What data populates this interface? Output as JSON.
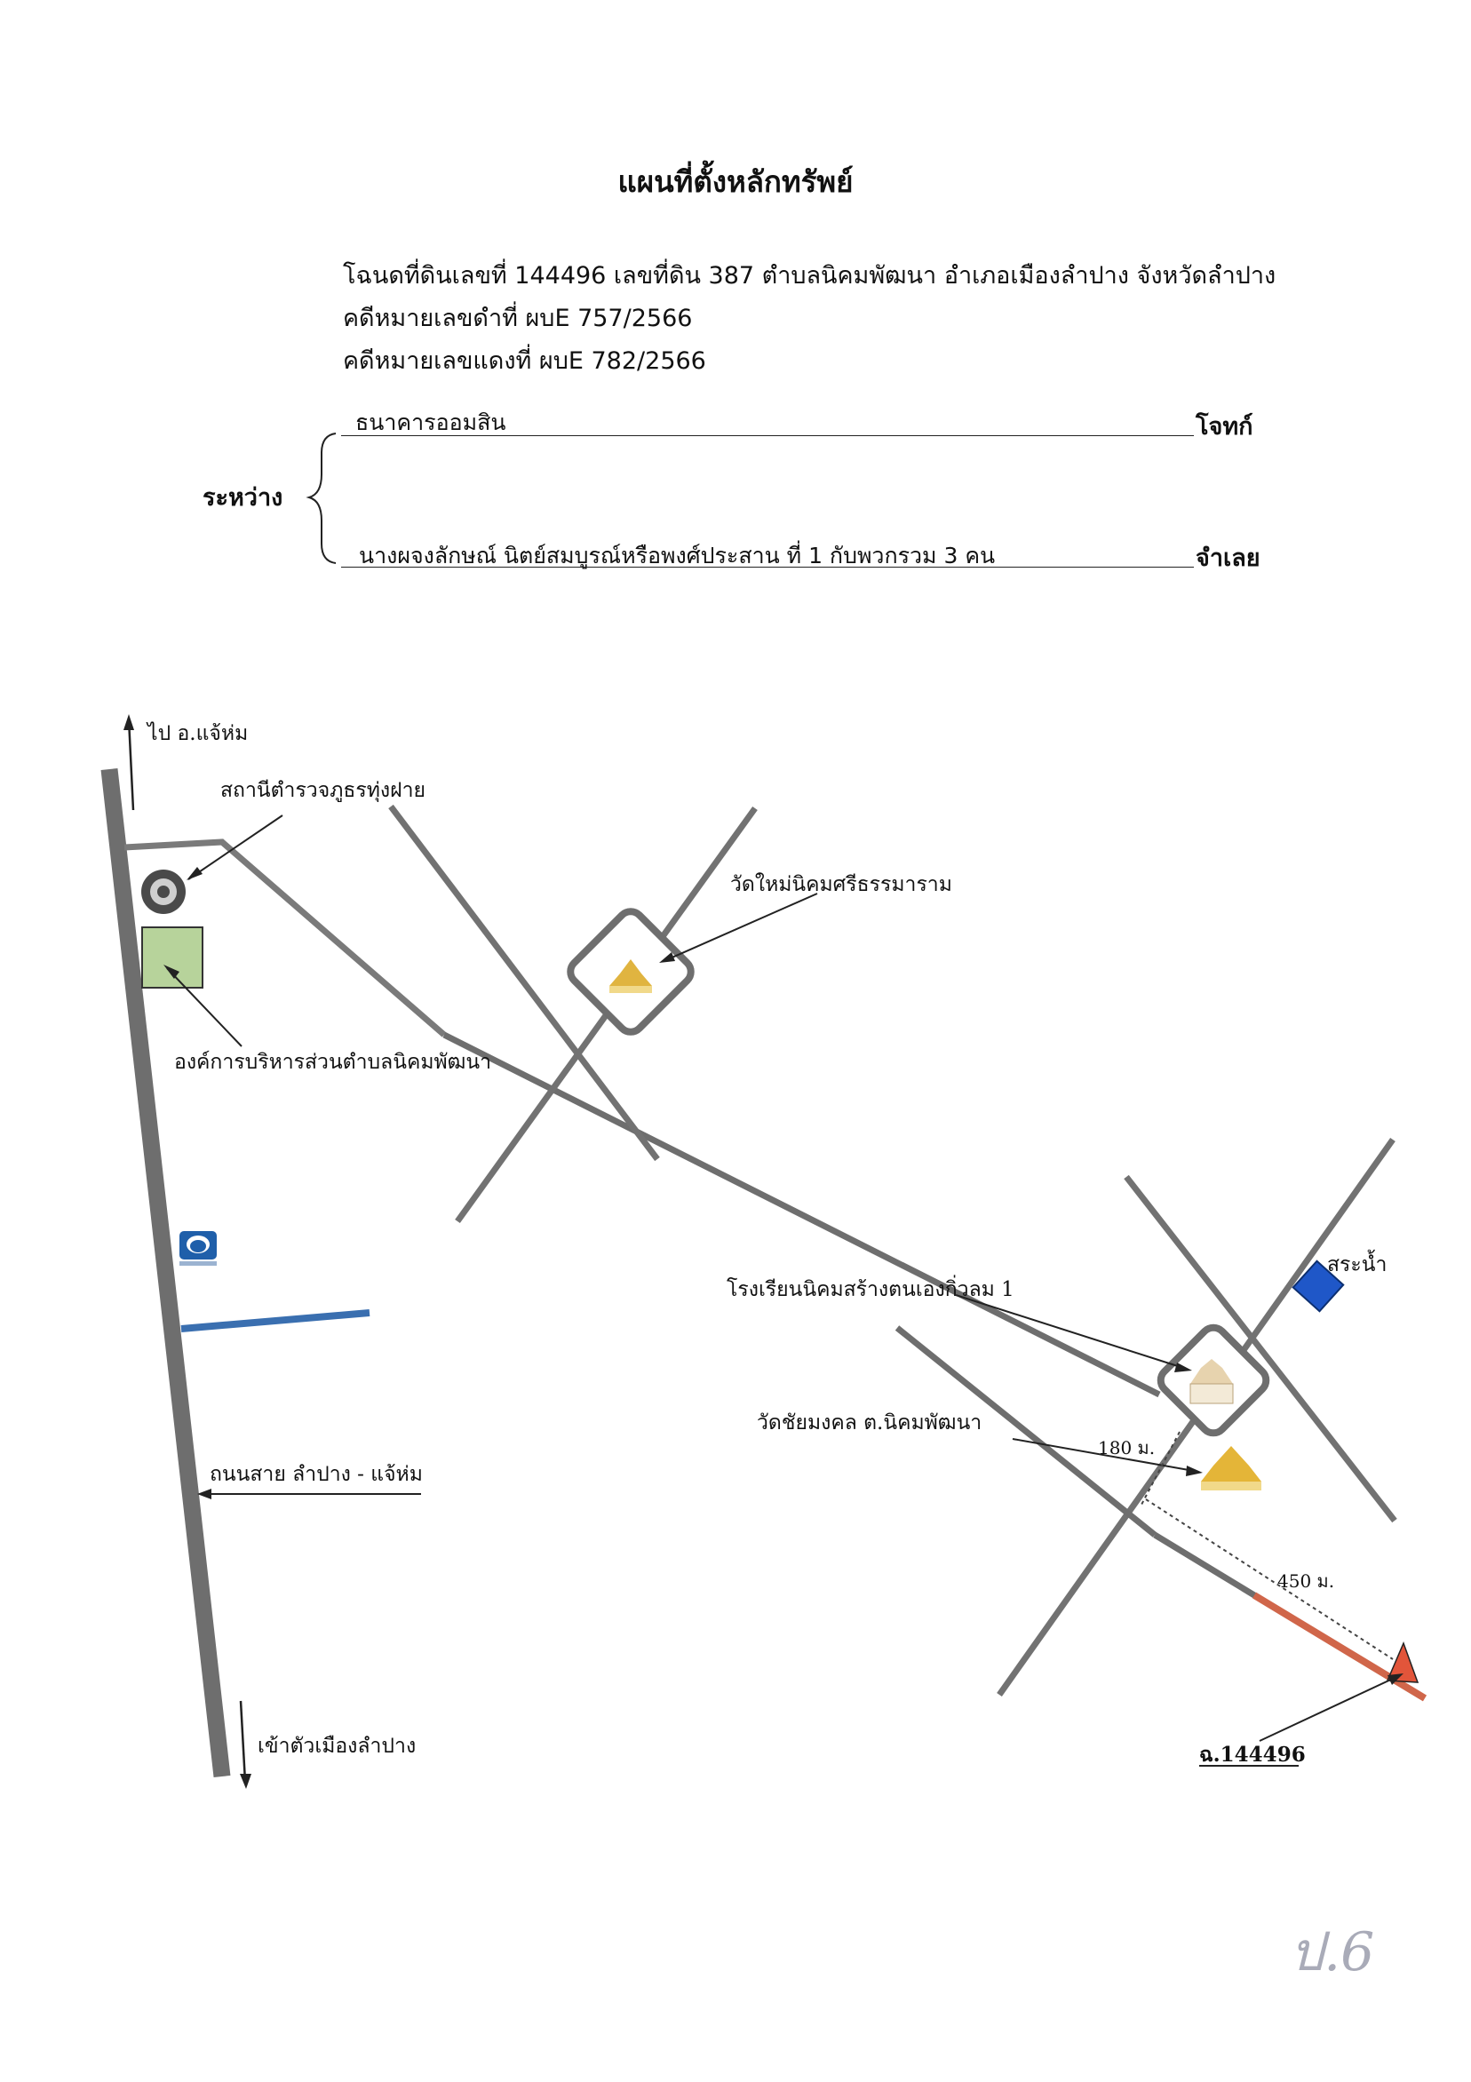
{
  "title": "แผนที่ตั้งหลักทรัพย์",
  "header": {
    "deed_line": "โฉนดที่ดินเลขที่  144496  เลขที่ดิน  387  ตำบลนิคมพัฒนา  อำเภอเมืองลำปาง  จังหวัดลำปาง",
    "black_case": "คดีหมายเลขดำที่     ผบE  757/2566",
    "red_case": "คดีหมายเลขแดงที่   ผบE  782/2566"
  },
  "parties": {
    "between_label": "ระหว่าง",
    "plaintiff_name": "ธนาคารออมสิน",
    "plaintiff_role": "โจทก์",
    "defendant_name": "นางผจงลักษณ์  นิตย์สมบูรณ์หรือพงศ์ประสาน  ที่ 1  กับพวกรวม  3  คน",
    "defendant_role": "จำเลย"
  },
  "map": {
    "to_chae_hom": "ไป อ.แจ้ห่ม",
    "police_station": "สถานีตำรวจภูธรทุ่งฝาย",
    "temple_mai": "วัดใหม่นิคมศรีธรรมาราม",
    "sao_office": "องค์การบริหารส่วนตำบลนิคมพัฒนา",
    "pond": "สระน้ำ",
    "school": "โรงเรียนนิคมสร้างตนเองกิ่วลม 1",
    "temple_chai": "วัดชัยมงคล ต.นิคมพัฒนา",
    "distance_1": "180 ม.",
    "distance_2": "450 ม.",
    "road_name": "ถนนสาย ลำปาง - แจ้ห่ม",
    "to_lampang": "เข้าตัวเมืองลำปาง",
    "deed_marker": "ฉ.144496",
    "colors": {
      "road": "#6e6e6e",
      "plot_highlight": "#d0664a",
      "canal": "#3a6fb0",
      "sao_fill": "#b7d39b",
      "pond": "#1f57c8"
    }
  },
  "page_mark": "ป.6"
}
